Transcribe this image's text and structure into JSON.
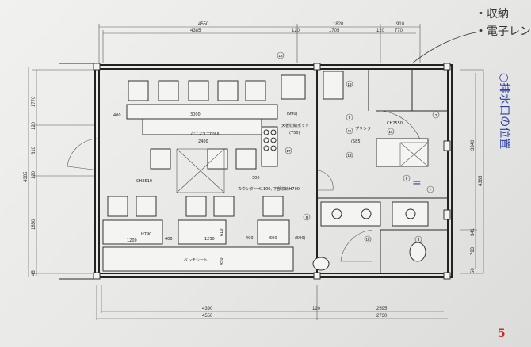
{
  "drawing": {
    "top_dimensions": {
      "outer": [
        "4550",
        "1820",
        "910"
      ],
      "inner": [
        "4385",
        "120",
        "1705",
        "120",
        "770"
      ]
    },
    "bottom_dimensions": {
      "inner": [
        "4390",
        "120",
        "2595"
      ],
      "outer": [
        "4550",
        "2730"
      ]
    },
    "left_dimensions": {
      "segments": [
        "1770",
        "120",
        "810",
        "120",
        "1850",
        "45"
      ],
      "total": "4385"
    },
    "right_dimensions": {
      "segments": [
        "3340",
        "341",
        "793",
        "50"
      ],
      "total": "4385"
    },
    "interior_labels": {
      "dim_400_top": "400",
      "dim_3000": "3000",
      "dim_990": "(990)",
      "counter_h900": "カウンターH900",
      "dim_2400": "2400",
      "dim_750": "(750)",
      "pot": "天板収納ポット",
      "ch2510": "CH2510",
      "ch2550": "CH2550",
      "printer": "プリンター",
      "dim_585": "(585)",
      "counter_h1100": "カウンターH1100, 下部収納H700",
      "dim_300": "300",
      "h790": "H790",
      "dim_1200": "1200",
      "dim_400_a": "400",
      "dim_1250": "1250",
      "dim_400_b": "400",
      "dim_600": "600",
      "dim_590": "(590)",
      "bench": "ベンチシート",
      "dim_610": "610",
      "dim_450": "450"
    },
    "markers": [
      "18",
      "5",
      "11",
      "13",
      "17",
      "19",
      "2",
      "16",
      "8",
      "9",
      "7",
      "3",
      "15"
    ]
  },
  "annotations": {
    "note_storage": "・収納",
    "note_microwave": "・電子レンジ",
    "note_drain": "○排水口の位置",
    "red_mark": "5"
  },
  "colors": {
    "ink": "#2b2b2b",
    "blue_pen": "#2a3fa8",
    "red_pen": "#d8261f"
  }
}
